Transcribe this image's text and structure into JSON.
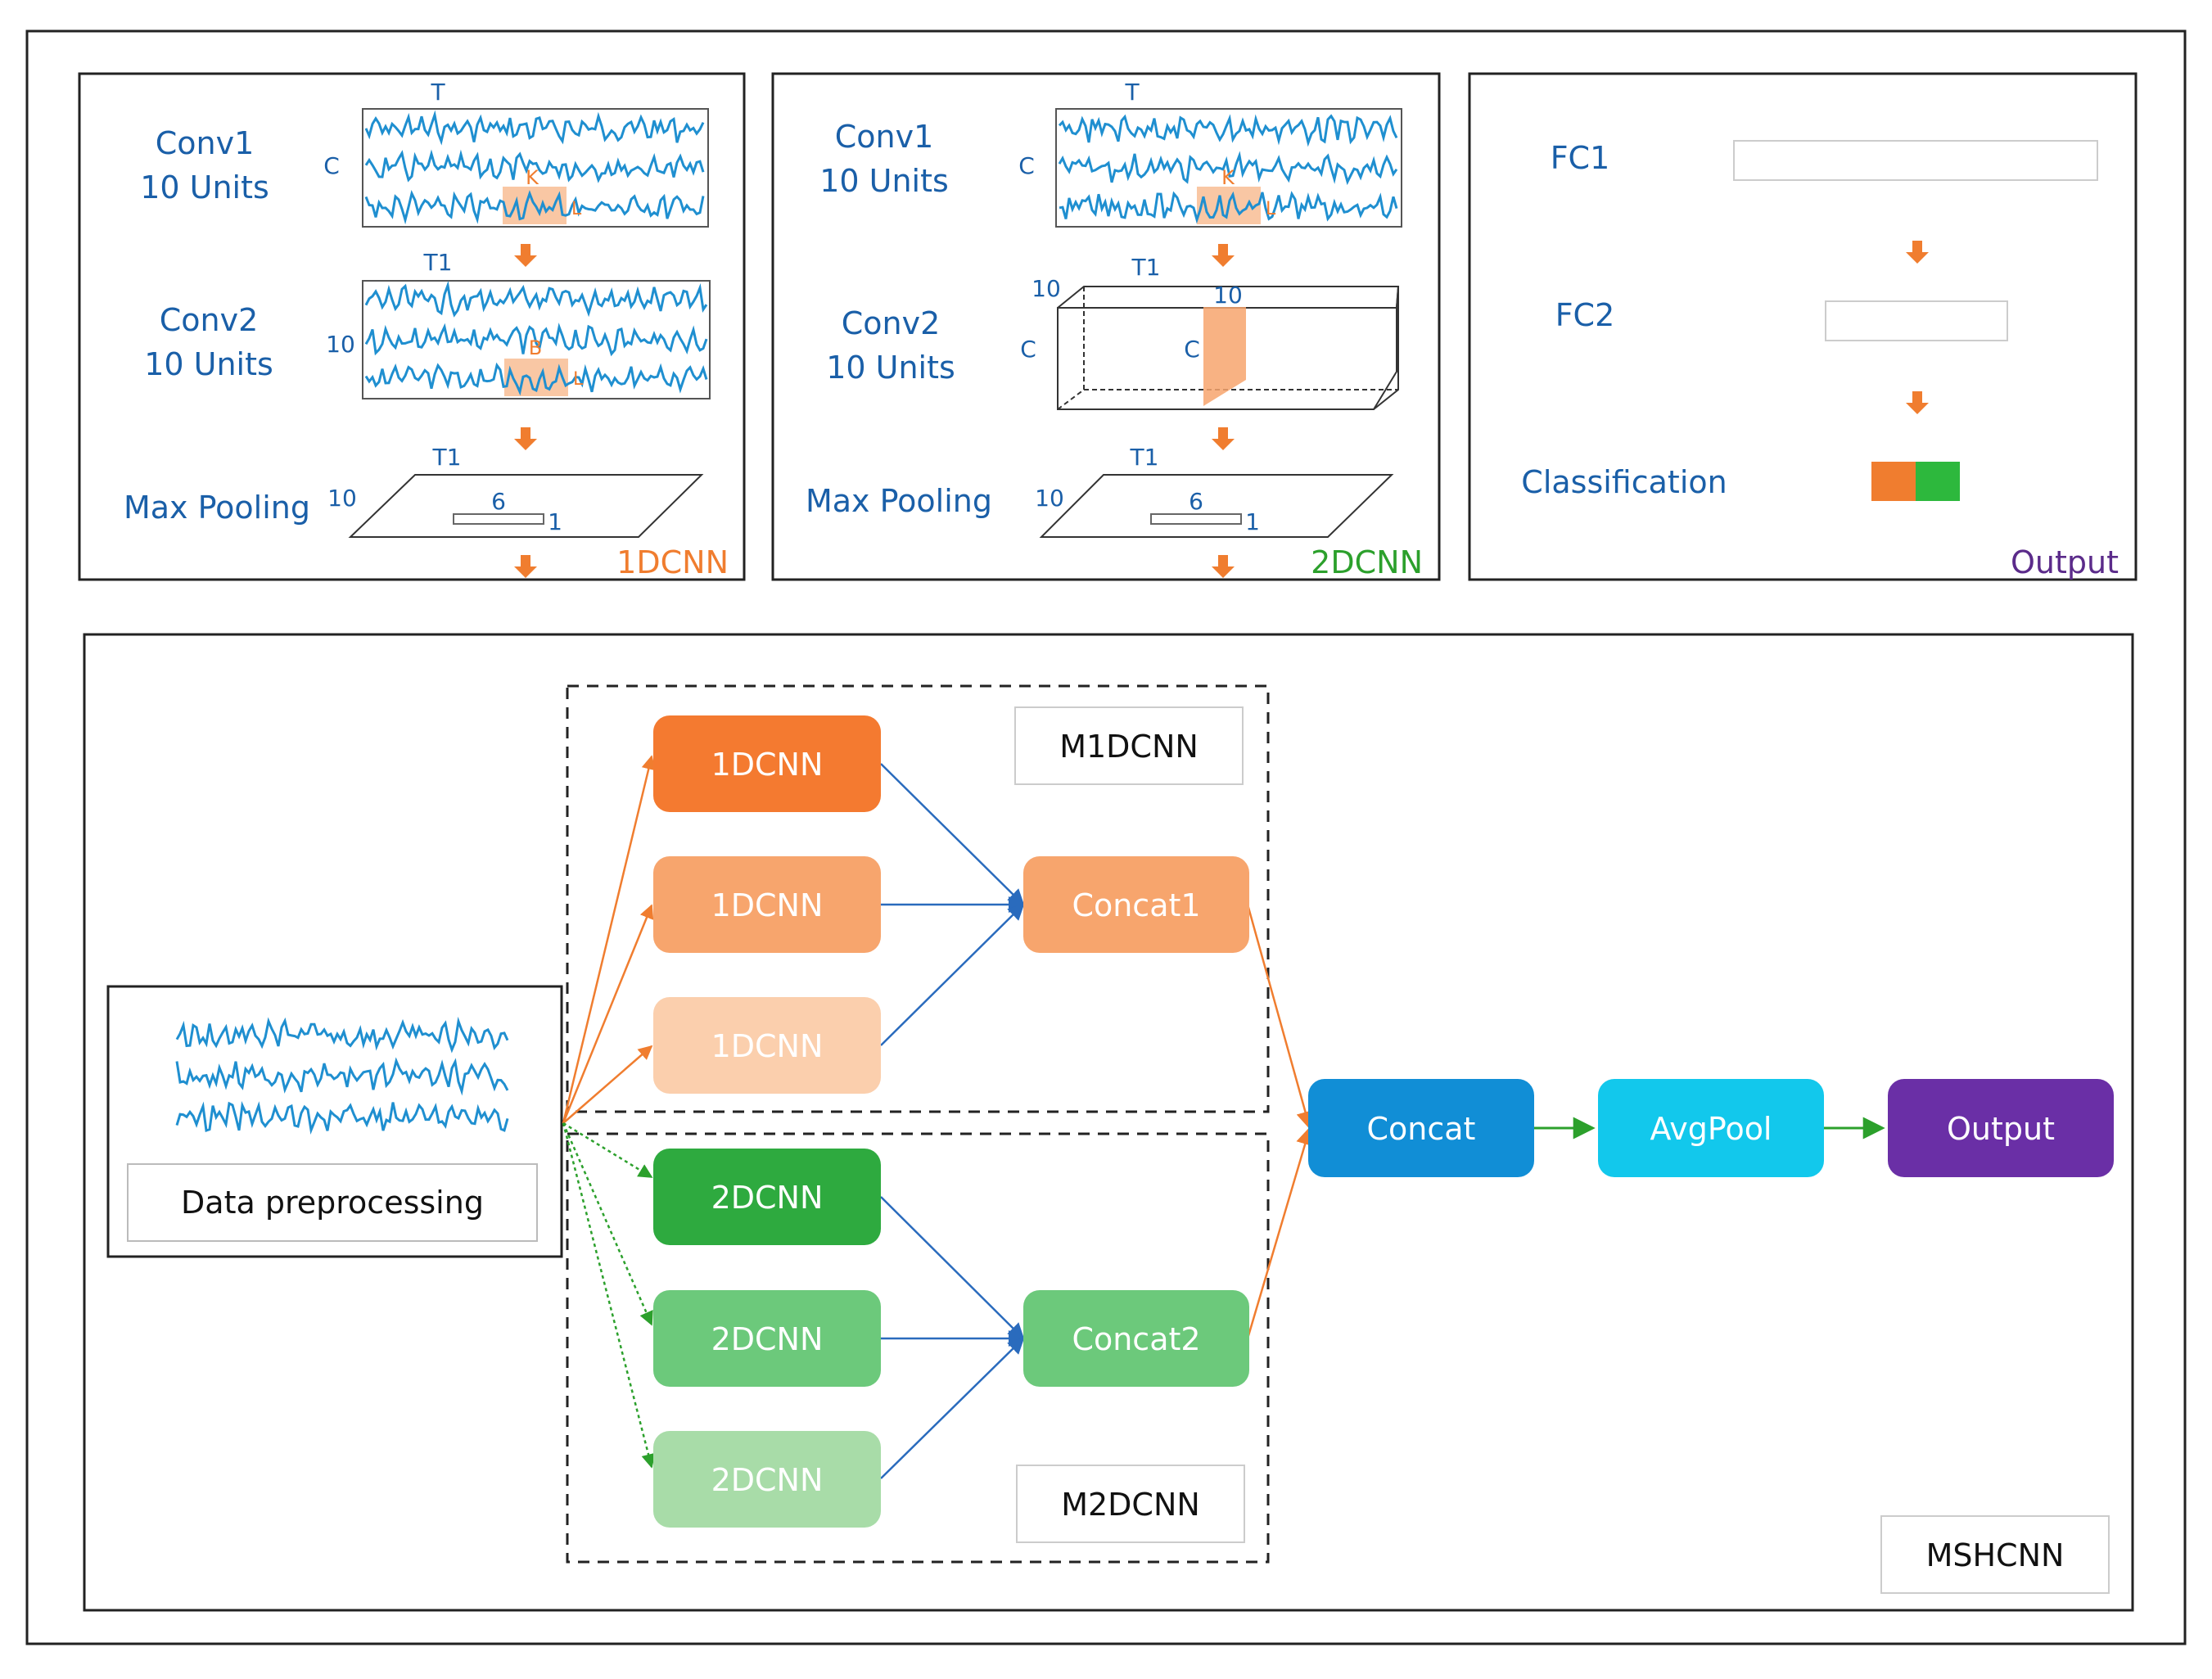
{
  "panel_1dcnn": {
    "conv1": {
      "line1": "Conv1",
      "line2": "10 Units",
      "t": "T",
      "c": "C",
      "k": "K",
      "l": "L"
    },
    "conv2": {
      "line1": "Conv2",
      "line2": "10 Units",
      "t": "T1",
      "c": "10",
      "b": "B",
      "l": "L"
    },
    "pool": {
      "label": "Max Pooling",
      "t": "T1",
      "c": "10",
      "w": "6",
      "h": "1"
    },
    "title": "1DCNN"
  },
  "panel_2dcnn": {
    "conv1": {
      "line1": "Conv1",
      "line2": "10 Units",
      "t": "T",
      "c": "C",
      "k": "K",
      "l": "L"
    },
    "conv2": {
      "line1": "Conv2",
      "line2": "10 Units",
      "t": "T1",
      "depth": "10",
      "c": "C",
      "inner_c": "C",
      "inner_d": "10"
    },
    "pool": {
      "label": "Max Pooling",
      "t": "T1",
      "c": "10",
      "w": "6",
      "h": "1"
    },
    "title": "2DCNN"
  },
  "panel_output": {
    "fc1": "FC1",
    "fc2": "FC2",
    "classification": "Classification",
    "title": "Output",
    "class_colors": [
      "#f07d2f",
      "#2db83d"
    ]
  },
  "pipeline": {
    "input_label": "Data preprocessing",
    "m1_label": "M1DCNN",
    "m2_label": "M2DCNN",
    "net_label": "MSHCNN",
    "cnn1": [
      "1DCNN",
      "1DCNN",
      "1DCNN"
    ],
    "cnn2": [
      "2DCNN",
      "2DCNN",
      "2DCNN"
    ],
    "concat1": "Concat1",
    "concat2": "Concat2",
    "concat": "Concat",
    "avgpool": "AvgPool",
    "output": "Output"
  },
  "colors": {
    "cnn1": [
      "#f47a30",
      "#f7a56d",
      "#fbcfad"
    ],
    "cnn2": [
      "#2eaa3f",
      "#6cc97b",
      "#a8dca8"
    ],
    "concat1": "#f7a56d",
    "concat2": "#6cc97b",
    "concat": "#118ed6",
    "avgpool": "#12c8ec",
    "output": "#6a2fa6",
    "text_blue": "#1a5fa8",
    "edge_orange": "#f07d2f",
    "edge_green": "#2ca02c",
    "edge_blue": "#2a6bbd"
  }
}
